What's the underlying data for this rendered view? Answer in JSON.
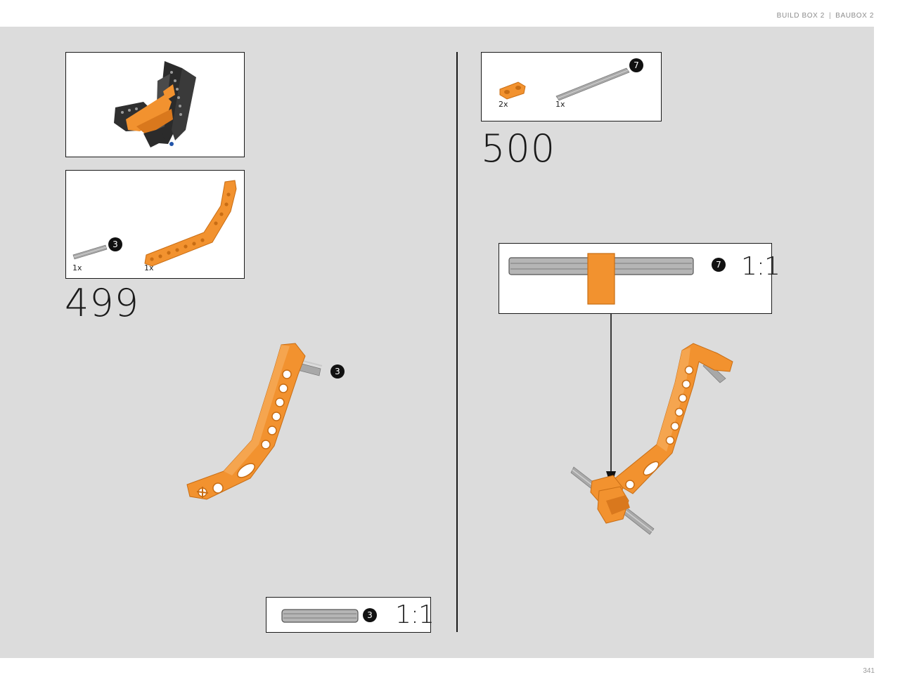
{
  "header": {
    "left_label": "BUILD BOX 2",
    "right_label": "BAUBOX 2"
  },
  "page_number": "341",
  "left_step": {
    "step_number": "499",
    "parts": [
      {
        "name": "axle",
        "quantity": "1x",
        "length_badge": "3"
      },
      {
        "name": "bent-beam",
        "quantity": "1x"
      }
    ],
    "model_badge": "3",
    "scale_box": {
      "badge": "3",
      "scale": "1:1"
    }
  },
  "right_step": {
    "step_number": "500",
    "parts": [
      {
        "name": "connector",
        "quantity": "2x"
      },
      {
        "name": "axle",
        "quantity": "1x",
        "length_badge": "7"
      }
    ],
    "scale_box": {
      "badge": "7",
      "scale": "1:1"
    }
  },
  "colors": {
    "orange": "#f2922f",
    "orange_dark": "#c86d14",
    "grey_axle": "#a8a8a8",
    "black_frame": "#2b2b2b",
    "background": "#dcdcdc"
  }
}
